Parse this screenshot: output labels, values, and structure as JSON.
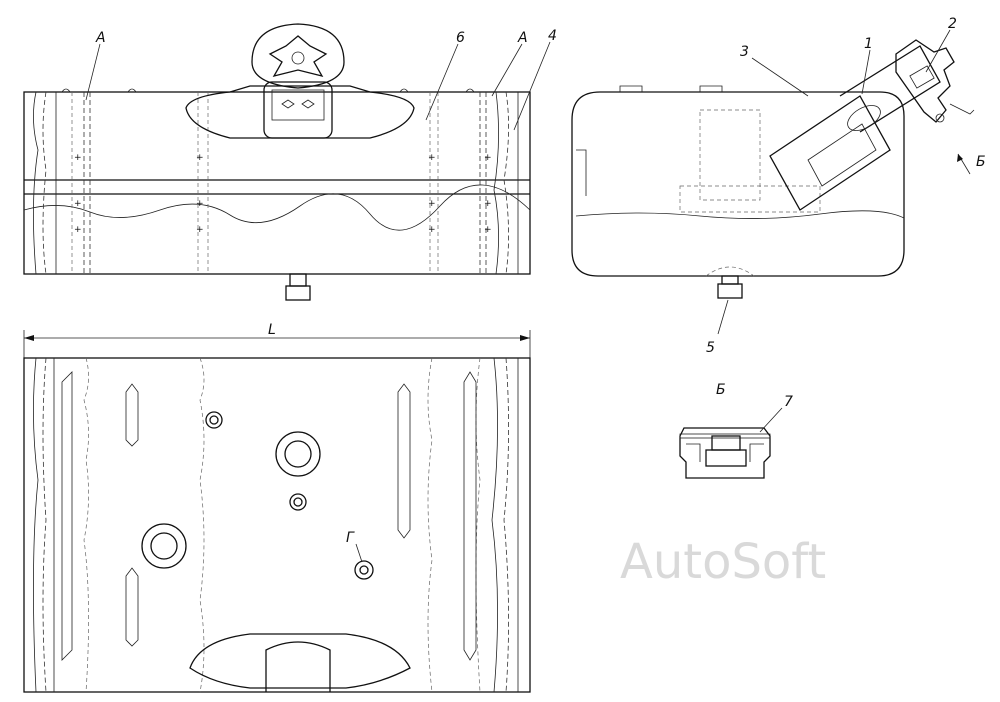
{
  "labels": {
    "a_left": "А",
    "a_right": "А",
    "six": "6",
    "four": "4",
    "one": "1",
    "two": "2",
    "three": "3",
    "five": "5",
    "b_arrow": "Б",
    "b_view": "Б",
    "seven": "7",
    "g": "Г",
    "length": "L"
  },
  "watermark": "AutoSoft"
}
